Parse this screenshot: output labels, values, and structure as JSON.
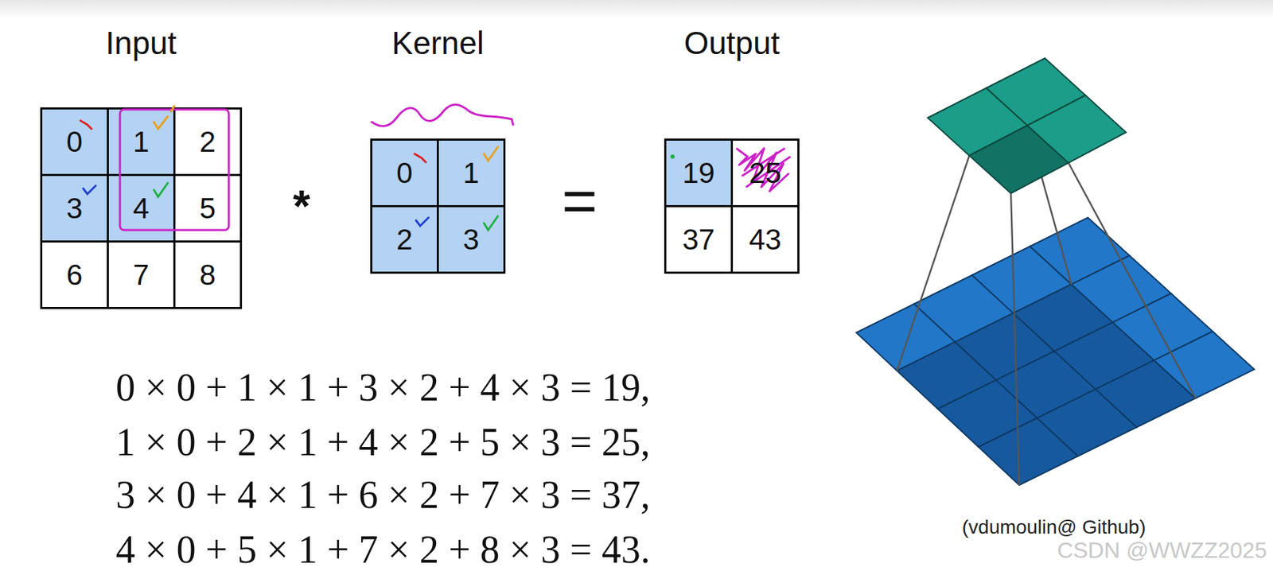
{
  "diagram": {
    "nodes": [
      {
        "text": [
          "Input"
        ]
      },
      {
        "text": [
          "0"
        ],
        "in": 0
      },
      {
        "text": [
          "1"
        ],
        "in": 0
      },
      {
        "text": [
          "2"
        ],
        "in": 0
      },
      {
        "text": [
          "3"
        ],
        "in": 0
      },
      {
        "text": [
          "4"
        ],
        "in": 0
      },
      {
        "text": [
          "5"
        ],
        "in": 0
      },
      {
        "text": [
          "6"
        ],
        "in": 0
      },
      {
        "text": [
          "7"
        ],
        "in": 0
      },
      {
        "text": [
          "8"
        ],
        "in": 0
      },
      {
        "text": [
          "Kernel"
        ]
      },
      {
        "text": [
          "0"
        ],
        "in": 10
      },
      {
        "text": [
          "1"
        ],
        "in": 10
      },
      {
        "text": [
          "2"
        ],
        "in": 10
      },
      {
        "text": [
          "3"
        ],
        "in": 10
      },
      {
        "text": [
          "Output"
        ]
      },
      {
        "text": [
          "19"
        ],
        "in": 15
      },
      {
        "text": [
          "25"
        ],
        "in": 15
      },
      {
        "text": [
          "37"
        ],
        "in": 15
      },
      {
        "text": [
          "43"
        ],
        "in": 15
      }
    ],
    "labels": [
      "*",
      "=",
      "0 × 0 + 1 × 1 + 3 × 2 + 4 × 3 = 19,",
      "1 × 0 + 2 × 1 + 4 × 2 + 5 × 3 = 25,",
      "3 × 0 + 4 × 1 + 6 × 2 + 7 × 3 = 37,",
      "4 × 0 + 5 × 1 + 7 × 2 + 8 × 3 = 43.",
      "(vdumoulin@ Github)",
      "CSDN @WWZZ2025"
    ]
  }
}
